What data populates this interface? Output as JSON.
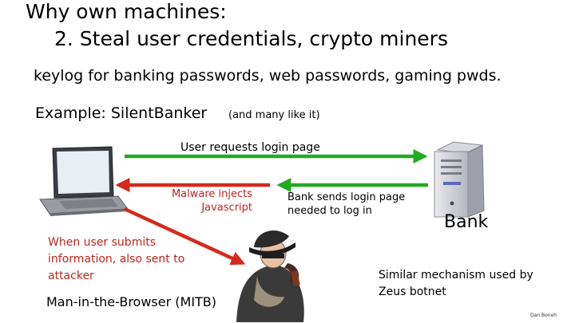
{
  "title": {
    "line1": "Why own machines:",
    "line2": "2.  Steal user credentials,  crypto miners"
  },
  "subtitle": "keylog for banking passwords,   web passwords,   gaming pwds.",
  "example": {
    "main": "Example:  SilentBanker",
    "aside": "(and many like it)"
  },
  "diagram": {
    "arrow_request_label": "User requests login page",
    "malware_label": "Malware injects Javascript",
    "bank_response_label": "Bank sends login page needed to log in",
    "bank_label": "Bank",
    "submit_label": "When user submits information, also sent to attacker",
    "mitb_label": "Man-in-the-Browser (MITB)",
    "zeus_label": "Similar mechanism used by Zeus botnet"
  },
  "colors": {
    "green_arrow": "#22aa22",
    "red_arrow": "#d42a1e"
  },
  "icons": {
    "laptop": "laptop-icon",
    "server": "server-icon",
    "attacker": "attacker-icon"
  },
  "credit": "Dan Boneh"
}
